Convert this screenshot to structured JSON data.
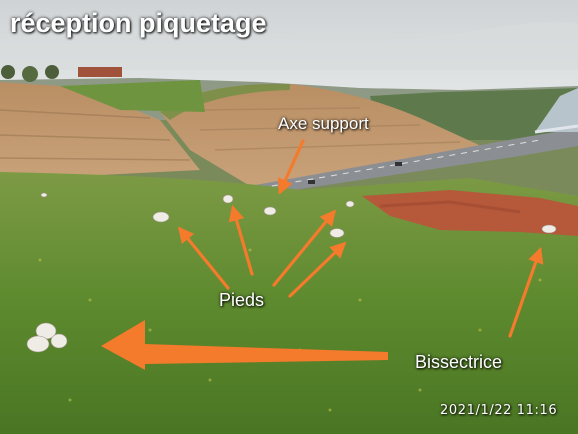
{
  "title": "réception piquetage",
  "labels": {
    "axe_support": "Axe support",
    "pieds": "Pieds",
    "bissectrice": "Bissectrice"
  },
  "timestamp": "2021/1/22 11:16",
  "colors": {
    "annotation_arrow": "#f47a2c",
    "annotation_text": "#ffffff"
  }
}
